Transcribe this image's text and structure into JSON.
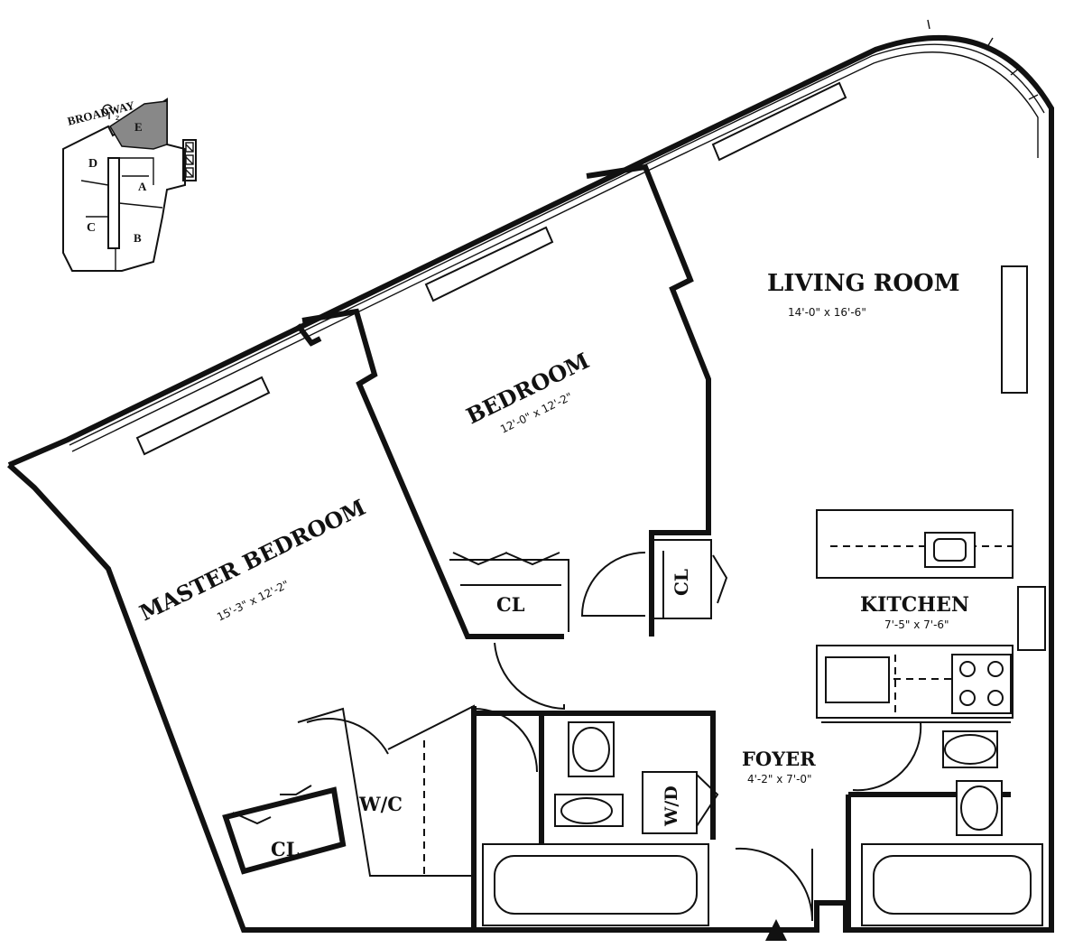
{
  "key_plan": {
    "street": "BROADWAY",
    "units": [
      "D",
      "E",
      "A",
      "C",
      "B"
    ],
    "highlighted_unit": "E"
  },
  "rooms": {
    "living_room": {
      "name": "LIVING ROOM",
      "dims": "14'-0\" x 16'-6\""
    },
    "bedroom": {
      "name": "BEDROOM",
      "dims": "12'-0\" x 12'-2\""
    },
    "master_bedroom": {
      "name": "MASTER BEDROOM",
      "dims": "15'-3\" x 12'-2\""
    },
    "kitchen": {
      "name": "KITCHEN",
      "dims": "7'-5\" x 7'-6\""
    },
    "foyer": {
      "name": "FOYER",
      "dims": "4'-2\" x 7'-0\""
    }
  },
  "closets": {
    "bedroom_closet": "CL",
    "hall_closet": "CL",
    "master_closet": "CL",
    "walk_in_closet": "W/C",
    "washer_dryer": "W/D"
  },
  "entry_marker": "entrance-arrow"
}
